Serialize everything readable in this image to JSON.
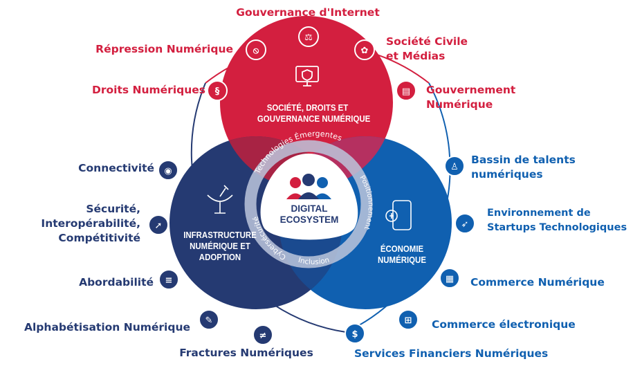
{
  "colors": {
    "red": "#d31f3f",
    "navy": "#253a72",
    "blue": "#1060b0",
    "ring_label_bg": "#bcc6dc"
  },
  "center": {
    "line1": "DIGITAL",
    "line2": "ECOSYSTEM",
    "icon": "people-group-icon"
  },
  "circles": {
    "society": {
      "title_line1": "SOCIÉTÉ, DROITS ET",
      "title_line2": "GOUVERNANCE NUMÉRIQUE",
      "icon": "monitor-shield-icon"
    },
    "infrastructure": {
      "title_line1": "INFRASTRUCTURE",
      "title_line2": "NUMÉRIQUE ET",
      "title_line3": "ADOPTION",
      "icon": "satellite-dish-icon"
    },
    "economy": {
      "title_line1": "ÉCONOMIE",
      "title_line2": "NUMÉRIQUE",
      "icon": "mobile-payment-icon"
    }
  },
  "cross_cutting": {
    "top": "Technologies Émergentes",
    "right": "Positionnement",
    "bottom": "Inclusion",
    "left": "Cybersécurité"
  },
  "red_items": [
    {
      "label": "Gouvernance d'Internet",
      "icon": "governance-icon"
    },
    {
      "label": "Société Civile",
      "label2": "et Médias",
      "icon": "civil-society-icon"
    },
    {
      "label": "Répression Numérique",
      "icon": "prohibited-icon"
    },
    {
      "label": "Gouvernement",
      "label2": "Numérique",
      "icon": "e-government-icon"
    },
    {
      "label": "Droits Numériques",
      "icon": "digital-rights-icon"
    }
  ],
  "navy_items": [
    {
      "label": "Connectivité",
      "icon": "wifi-icon"
    },
    {
      "label": "Sécurité,",
      "label2": "Interopérabilité,",
      "label3": "Compétitivité",
      "icon": "cursor-icon"
    },
    {
      "label": "Abordabilité",
      "icon": "coins-icon"
    },
    {
      "label": "Alphabétisation Numérique",
      "icon": "literacy-icon"
    },
    {
      "label": "Fractures Numériques",
      "icon": "not-equal-icon"
    }
  ],
  "blue_items": [
    {
      "label": "Bassin de talents",
      "label2": "numériques",
      "icon": "talent-icon"
    },
    {
      "label": "Environnement de",
      "label2": "Startups Technologiques",
      "icon": "rocket-icon"
    },
    {
      "label": "Commerce Numérique",
      "icon": "digital-trade-icon"
    },
    {
      "label": "Commerce électronique",
      "icon": "ecommerce-icon"
    },
    {
      "label": "Services Financiers Numériques",
      "icon": "financial-services-icon"
    }
  ]
}
